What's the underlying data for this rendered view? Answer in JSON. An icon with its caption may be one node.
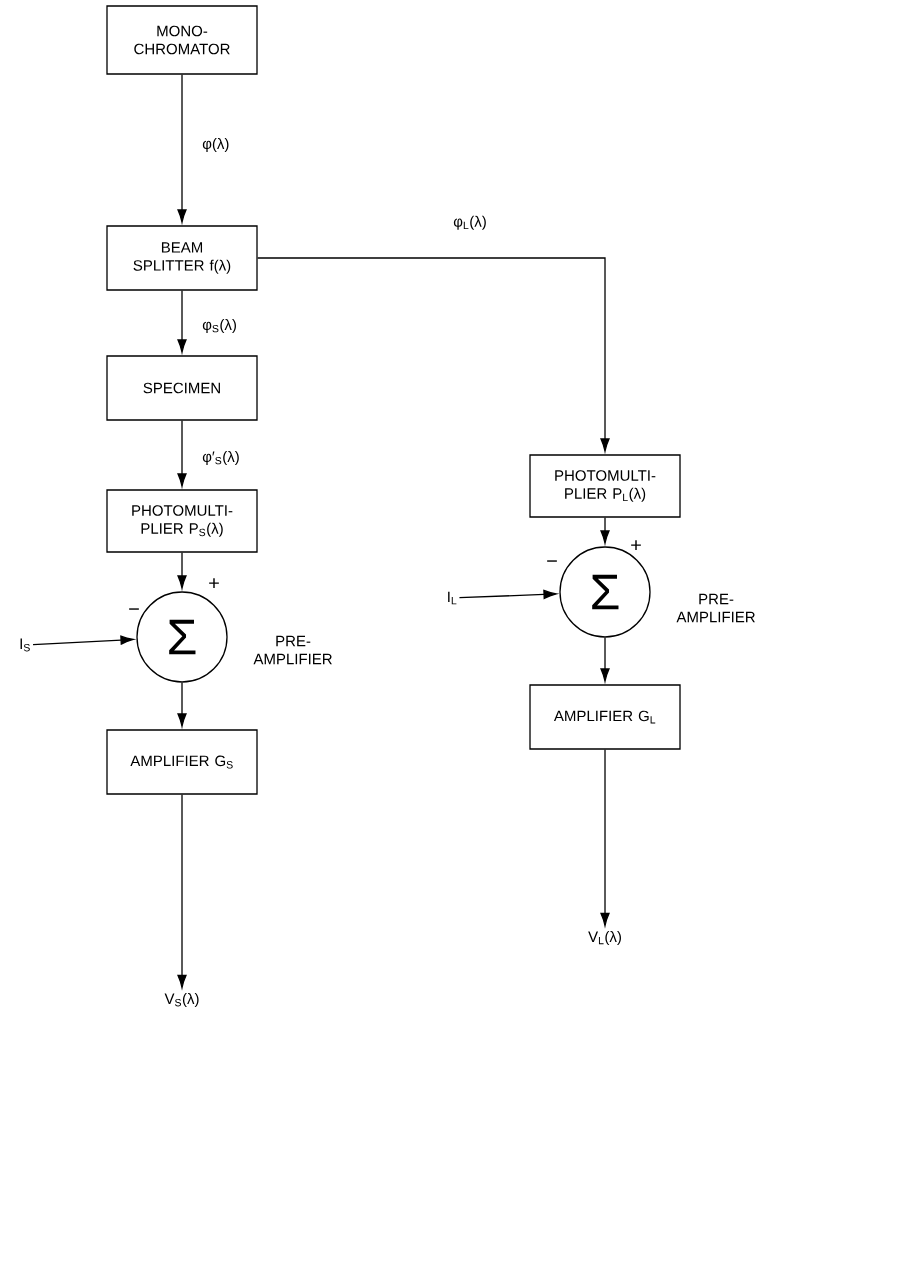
{
  "diagram": {
    "nodes": [
      {
        "text": [
          "MONO- CHROMATOR"
        ]
      },
      {
        "text": [
          "BEAM SPLITTER f(λ)"
        ]
      },
      {
        "text": [
          "SPECIMEN"
        ]
      },
      {
        "text": [
          "PHOTOMULTI- PLIER P$_{S}$(λ)"
        ]
      },
      {
        "text": [
          "Σ"
        ],
        "beside": [
          "PRE- AMPLIFIER"
        ]
      },
      {
        "text": [
          "AMPLIFIER G$_{S}$"
        ]
      },
      {
        "text": [
          "PHOTOMULTI- PLIER P$_{L}$(λ)"
        ]
      },
      {
        "text": [
          "Σ"
        ],
        "beside": [
          "PRE- AMPLIFIER"
        ]
      },
      {
        "text": [
          "AMPLIFIER G$_{L}$"
        ]
      },
      {
        "text": [
          "I$_{S}$"
        ]
      },
      {
        "text": [
          "V$_{S}$(λ)"
        ]
      },
      {
        "text": [
          "I$_{L}$"
        ]
      },
      {
        "text": [
          "V$_{L}$(λ)"
        ]
      }
    ],
    "edges": [
      {
        "from": 0,
        "to": 1,
        "arrow": "to",
        "label": "φ(λ)"
      },
      {
        "from": 1,
        "to": 6,
        "arrow": "to",
        "label": "φ$_{L}$(λ)"
      },
      {
        "from": 1,
        "to": 2,
        "arrow": "to",
        "label": "φ$_{S}$(λ)"
      },
      {
        "from": 2,
        "to": 3,
        "arrow": "to",
        "label": "φ′$_{S}$(λ)"
      },
      {
        "from": 3,
        "to": 4,
        "arrow": "to"
      },
      {
        "from": 9,
        "to": 4,
        "arrow": "to"
      },
      {
        "from": 4,
        "to": 5,
        "arrow": "to"
      },
      {
        "from": 5,
        "to": 10,
        "arrow": "to"
      },
      {
        "from": 6,
        "to": 7,
        "arrow": "to"
      },
      {
        "from": 11,
        "to": 7,
        "arrow": "to"
      },
      {
        "from": 7,
        "to": 8,
        "arrow": "to"
      },
      {
        "from": 8,
        "to": 12,
        "arrow": "to"
      }
    ],
    "labels": [
      "+",
      "−",
      "+",
      "−"
    ]
  }
}
